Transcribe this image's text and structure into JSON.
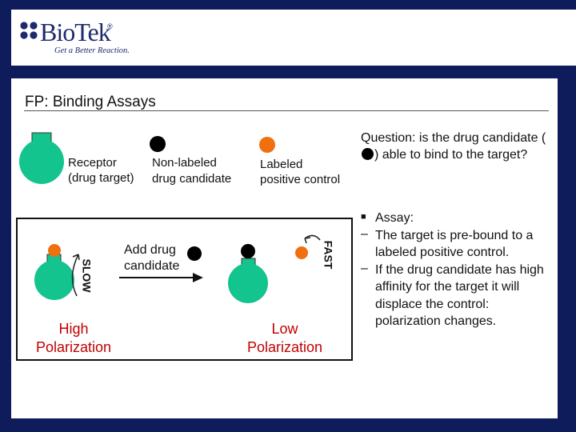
{
  "header": {
    "brand": "BioTek",
    "registered": "®",
    "tagline": "Get a Better Reaction."
  },
  "slide": {
    "title": "FP: Binding Assays",
    "legend": {
      "receptor_line1": "Receptor",
      "receptor_line2": "(drug target)",
      "nonlabeled_line1": "Non-labeled",
      "nonlabeled_line2": "drug candidate",
      "labeled_line1": "Labeled",
      "labeled_line2": "positive control"
    },
    "diagram": {
      "add_line1": "Add drug",
      "add_line2": "candidate",
      "slow": "SLOW",
      "fast": "FAST",
      "high_line1": "High",
      "high_line2": "Polarization",
      "low_line1": "Low",
      "low_line2": "Polarization"
    },
    "question": {
      "part1": "Question: is the drug candidate (",
      "part2": ") able to bind to the target?"
    },
    "assay": {
      "heading": "Assay:",
      "item1": "The target is pre-bound to a labeled positive control.",
      "item2": "If the drug candidate has high affinity for the target it will displace the control: polarization changes."
    },
    "colors": {
      "receptor": "#14c48e",
      "control": "#f07010",
      "drug": "#000000",
      "accent": "#c00000"
    }
  }
}
